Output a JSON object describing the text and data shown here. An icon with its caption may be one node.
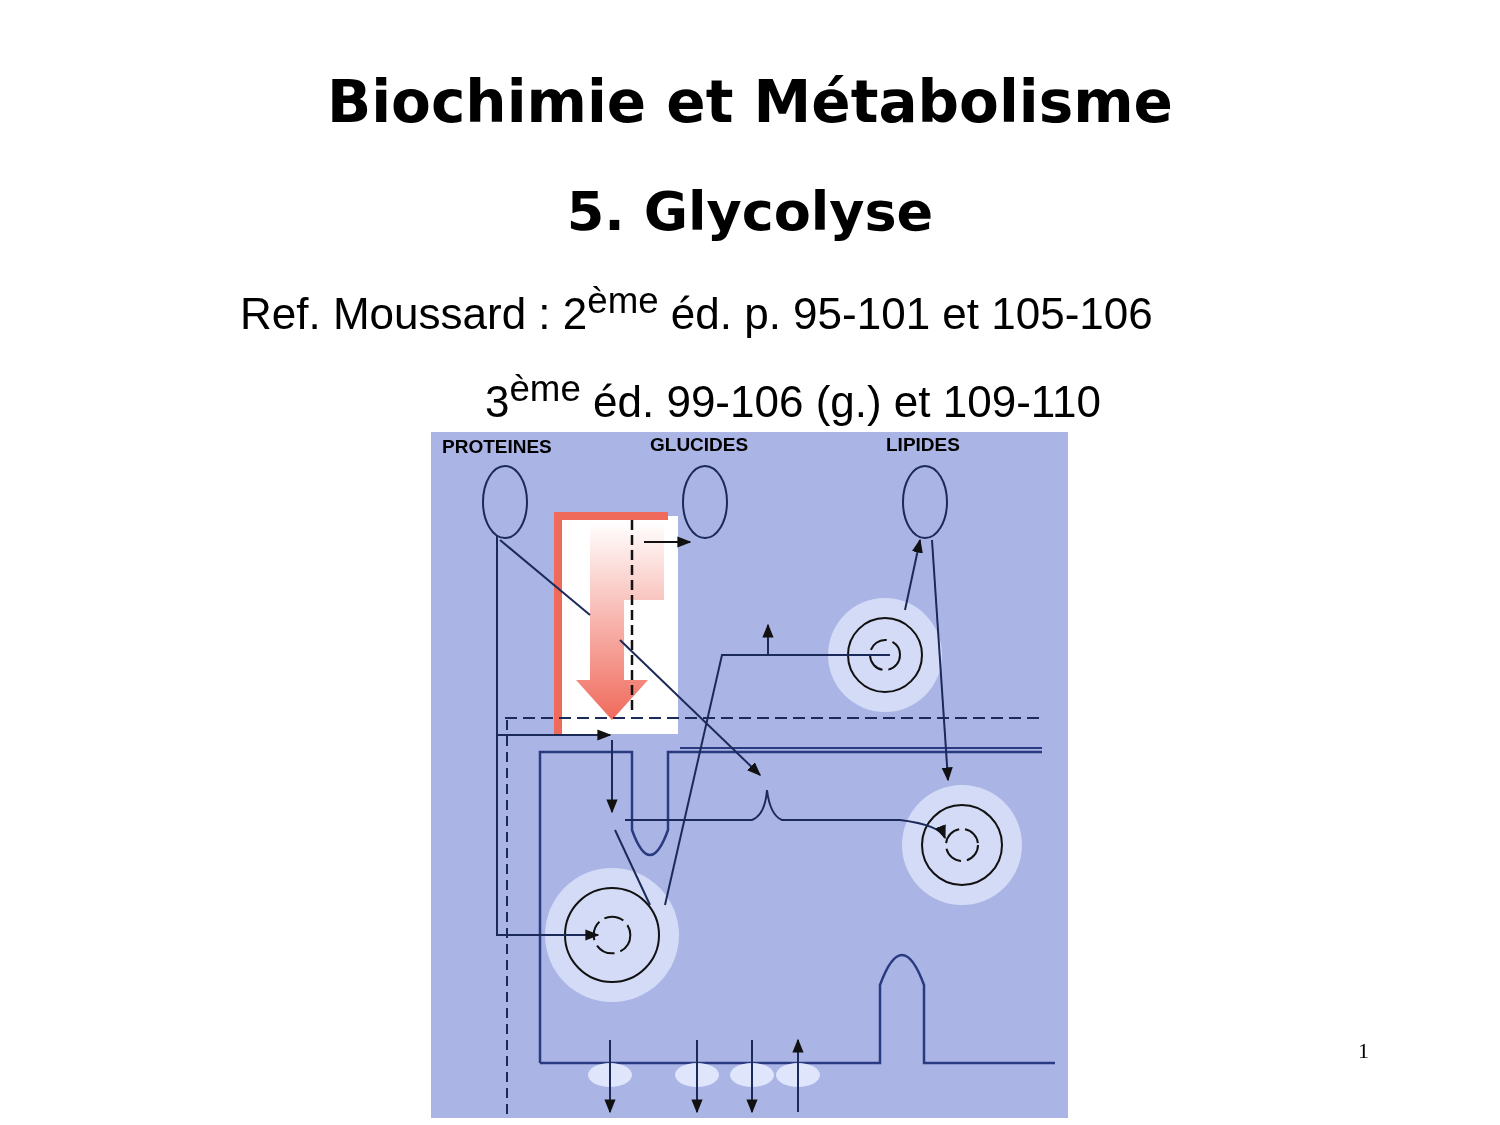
{
  "diagram": {
    "title": "Biochimie et Métabolisme",
    "labels": [
      "5. Glycolyse",
      "Ref. Moussard : 2$^{ème}$ éd. p. 95-101 et 105-106",
      "3$^{ème}$ éd. 99-106 (g.) et 109-110",
      "PROTEINES",
      "GLUCIDES",
      "LIPIDES",
      "1"
    ]
  }
}
